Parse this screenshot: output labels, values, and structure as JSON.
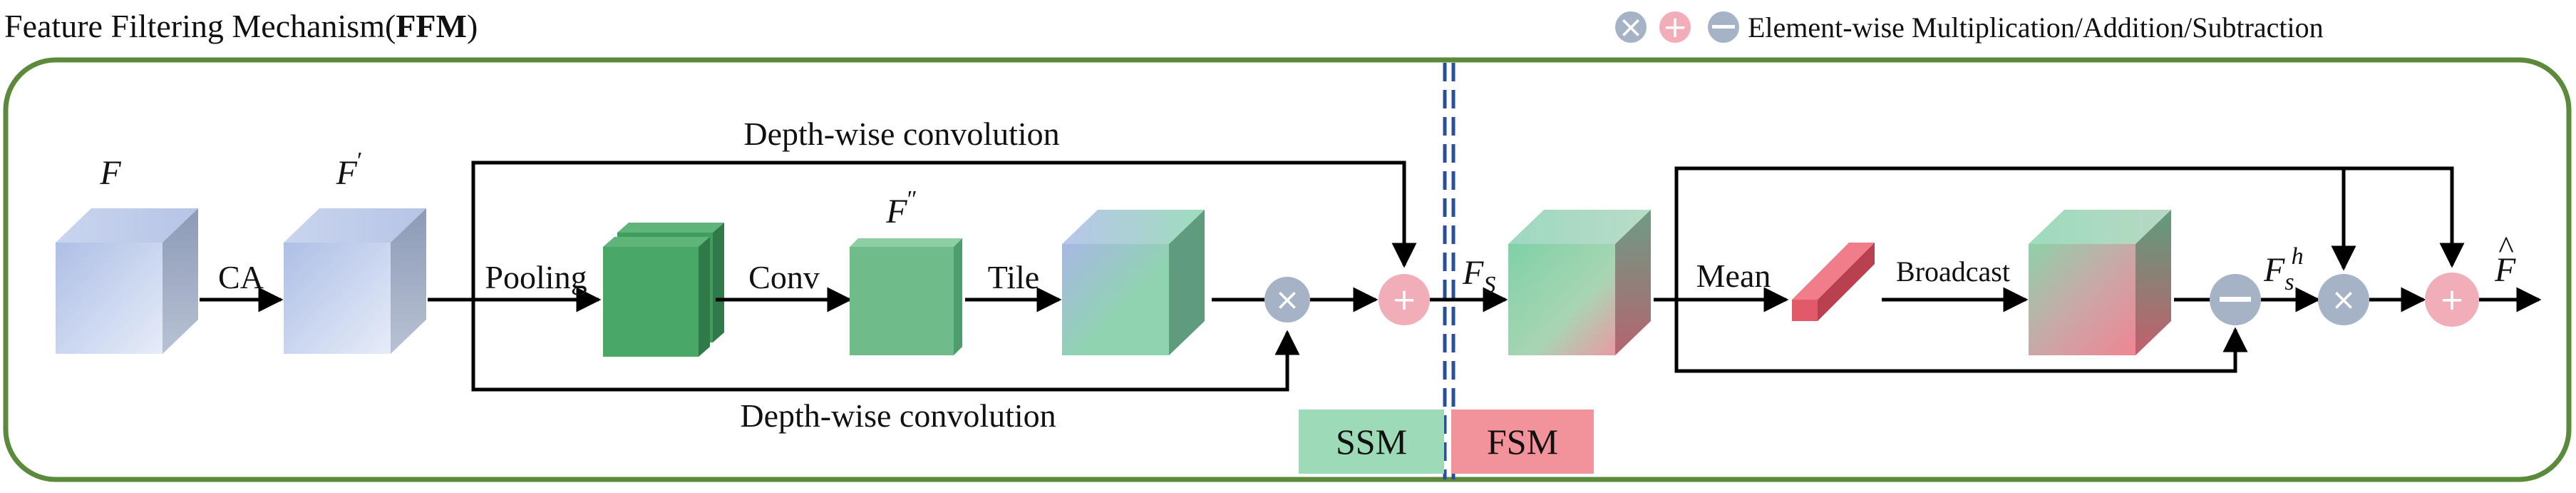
{
  "title": {
    "plain": "Feature Filtering Mechanism(",
    "bold": "FFM",
    "close": ")"
  },
  "legend": {
    "symbols": [
      "×",
      "+",
      "—"
    ],
    "text": "Element-wise Multiplication/Addition/Subtraction"
  },
  "labels": {
    "F": "F",
    "F_prime": "F",
    "prime": "′",
    "F_dprime": "F",
    "dprime": "″",
    "CA": "CA",
    "pooling": "Pooling",
    "conv": "Conv",
    "tile": "Tile",
    "dw_top": "Depth-wise convolution",
    "dw_bottom": "Depth-wise convolution",
    "Fs": "F",
    "Fs_sub": "S",
    "mean": "Mean",
    "broadcast": "Broadcast",
    "Fsh": "F",
    "Fsh_sub": "s",
    "Fsh_sup": "h",
    "F_hat": "F",
    "hat": "^"
  },
  "ops": {
    "multiply": "×",
    "add": "+",
    "subtract": "—"
  },
  "modules": {
    "ssm": "SSM",
    "fsm": "FSM"
  },
  "colors": {
    "frame": "#5a8a3a",
    "op_gray": "#a6b3c7",
    "op_pink": "#f2aeb8",
    "ssm": "#9ddab8",
    "fsm": "#f2939b",
    "divider": "#2b4f99",
    "pool_green": "#3f9e5e",
    "conv_green": "#6fbc8a",
    "bar_red": "#e05a6a"
  }
}
